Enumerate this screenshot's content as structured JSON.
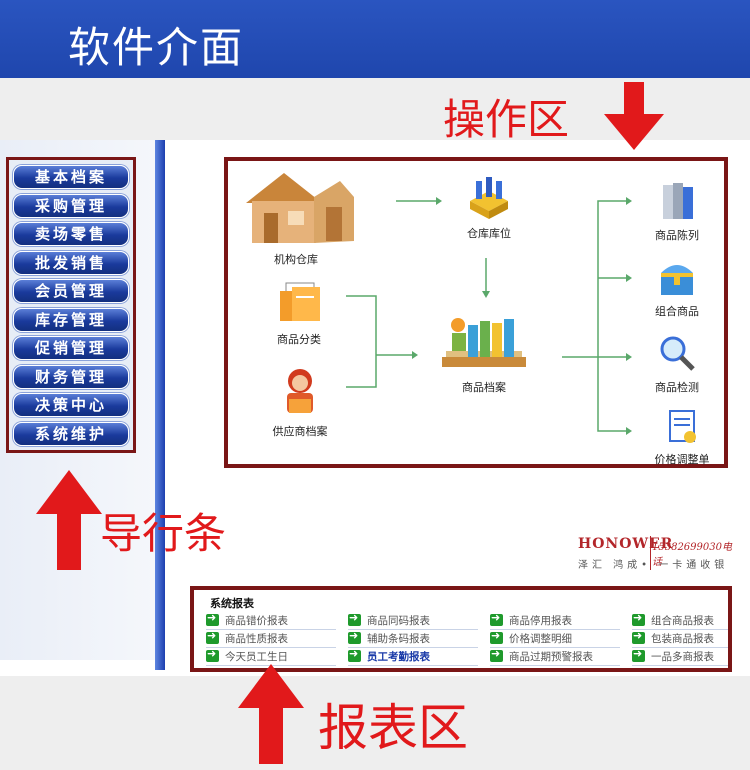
{
  "title": "软件介面",
  "callouts": {
    "operation_area": "操作区",
    "nav_bar": "导行条",
    "report_area": "报表区"
  },
  "nav": {
    "items": [
      {
        "label": "基本档案"
      },
      {
        "label": "采购管理"
      },
      {
        "label": "卖场零售"
      },
      {
        "label": "批发销售"
      },
      {
        "label": "会员管理"
      },
      {
        "label": "库存管理"
      },
      {
        "label": "促销管理"
      },
      {
        "label": "财务管理"
      },
      {
        "label": "决策中心"
      },
      {
        "label": "系统维护"
      }
    ]
  },
  "flow": {
    "warehouse": "机构仓库",
    "location": "仓库库位",
    "category": "商品分类",
    "supplier": "供应商档案",
    "archive": "商品档案",
    "display": "商品陈列",
    "combo": "组合商品",
    "inspect": "商品检测",
    "price": "价格调整单"
  },
  "brand": {
    "name": "HONOWER",
    "phone": "15382699030电话",
    "slogan": "泽汇 鸿成• 一卡通收银"
  },
  "reports": {
    "title": "系统报表",
    "rows": [
      [
        "商品错价报表",
        "商品同码报表",
        "商品停用报表",
        "组合商品报表"
      ],
      [
        "商品性质报表",
        "辅助条码报表",
        "价格调整明细",
        "包装商品报表"
      ],
      [
        "今天员工生日",
        "员工考勤报表",
        "商品过期预警报表",
        "一品多商报表"
      ]
    ]
  },
  "colors": {
    "title_bar": "#2a55c0",
    "callout_red": "#e1191b",
    "frame_border": "#7a1616",
    "nav_button": "#1a3a9c",
    "report_icon": "#1f9a2c"
  }
}
